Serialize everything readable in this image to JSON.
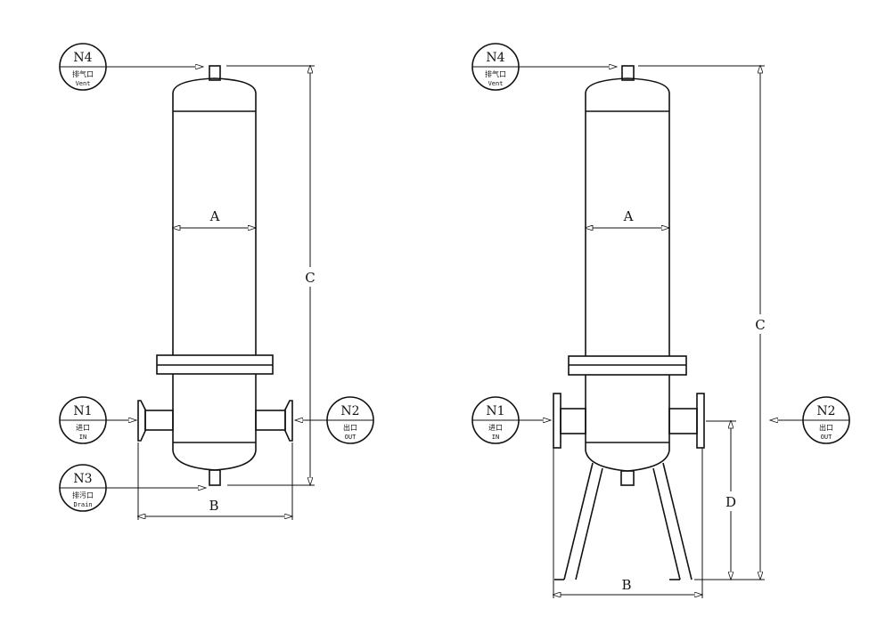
{
  "diagrams": [
    {
      "name": "filter-without-legs",
      "dimensions": {
        "a": "A",
        "b": "B",
        "c": "C"
      },
      "nozzles": {
        "n4": {
          "code": "N4",
          "cn": "排气口",
          "en": "Vent"
        },
        "n1": {
          "code": "N1",
          "cn": "进口",
          "en": "IN"
        },
        "n2": {
          "code": "N2",
          "cn": "出口",
          "en": "OUT"
        },
        "n3": {
          "code": "N3",
          "cn": "排污口",
          "en": "Drain"
        }
      }
    },
    {
      "name": "filter-with-legs",
      "dimensions": {
        "a": "A",
        "b": "B",
        "c": "C",
        "d": "D"
      },
      "nozzles": {
        "n4": {
          "code": "N4",
          "cn": "排气口",
          "en": "Vent"
        },
        "n1": {
          "code": "N1",
          "cn": "进口",
          "en": "IN"
        },
        "n2": {
          "code": "N2",
          "cn": "出口",
          "en": "OUT"
        }
      }
    }
  ]
}
